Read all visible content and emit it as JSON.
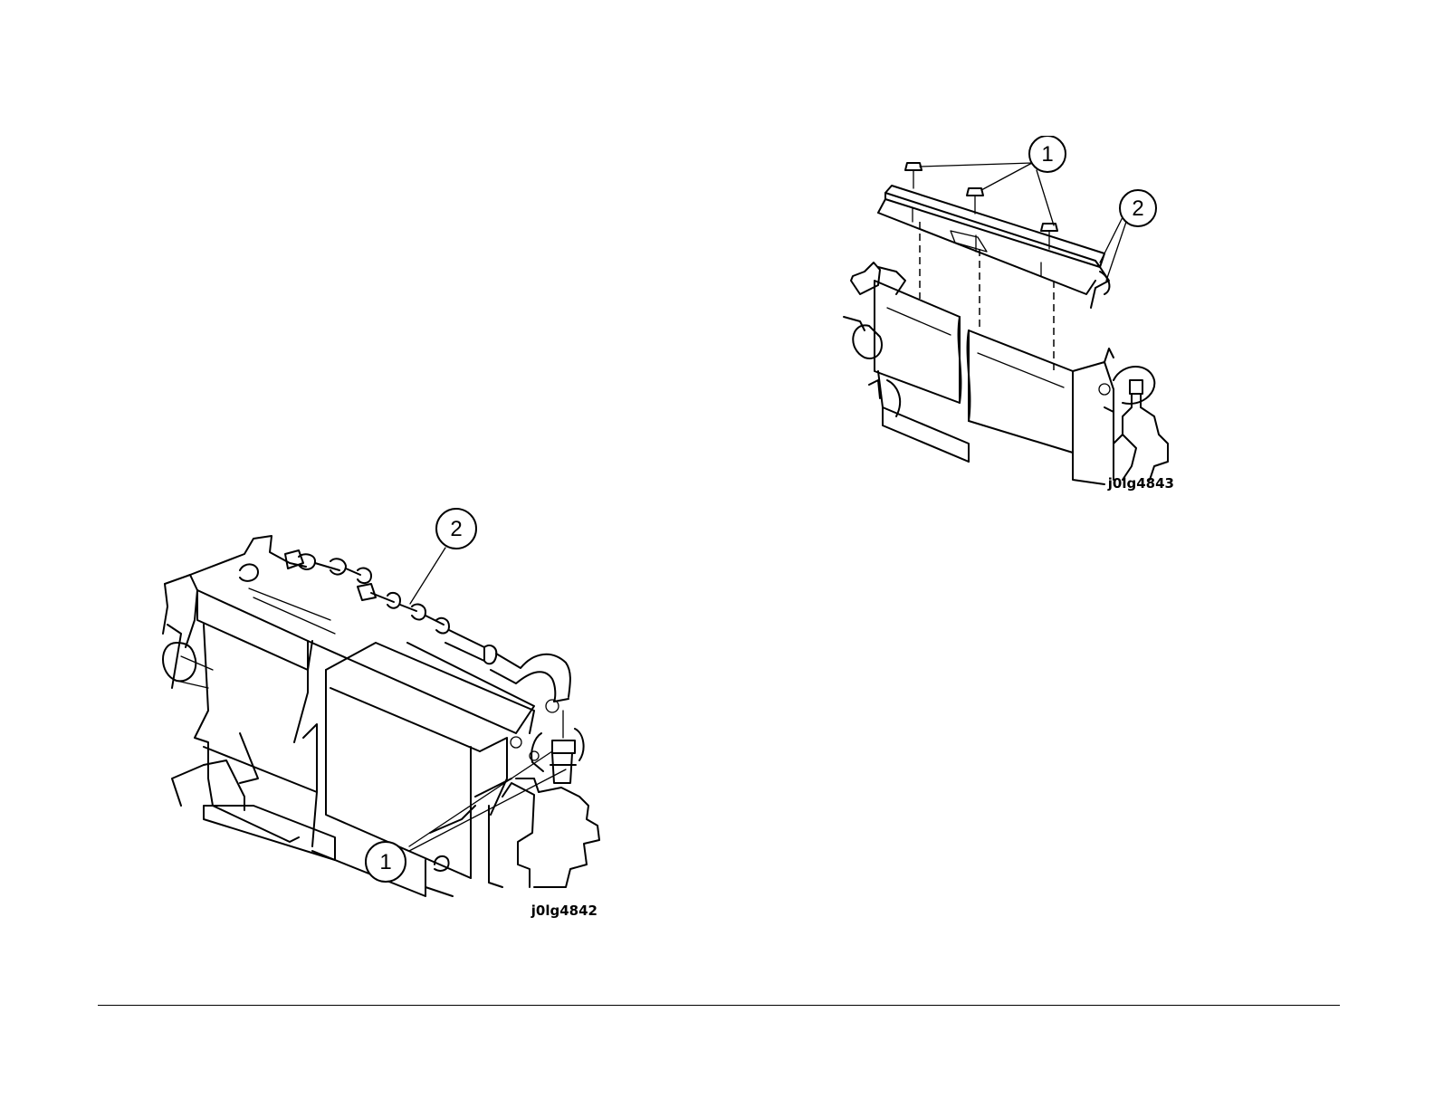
{
  "figures": [
    {
      "id": "left",
      "label": "j0lg4842",
      "callouts": [
        "1",
        "2"
      ]
    },
    {
      "id": "right",
      "label": "j0lg4843",
      "callouts": [
        "1",
        "2"
      ]
    }
  ]
}
